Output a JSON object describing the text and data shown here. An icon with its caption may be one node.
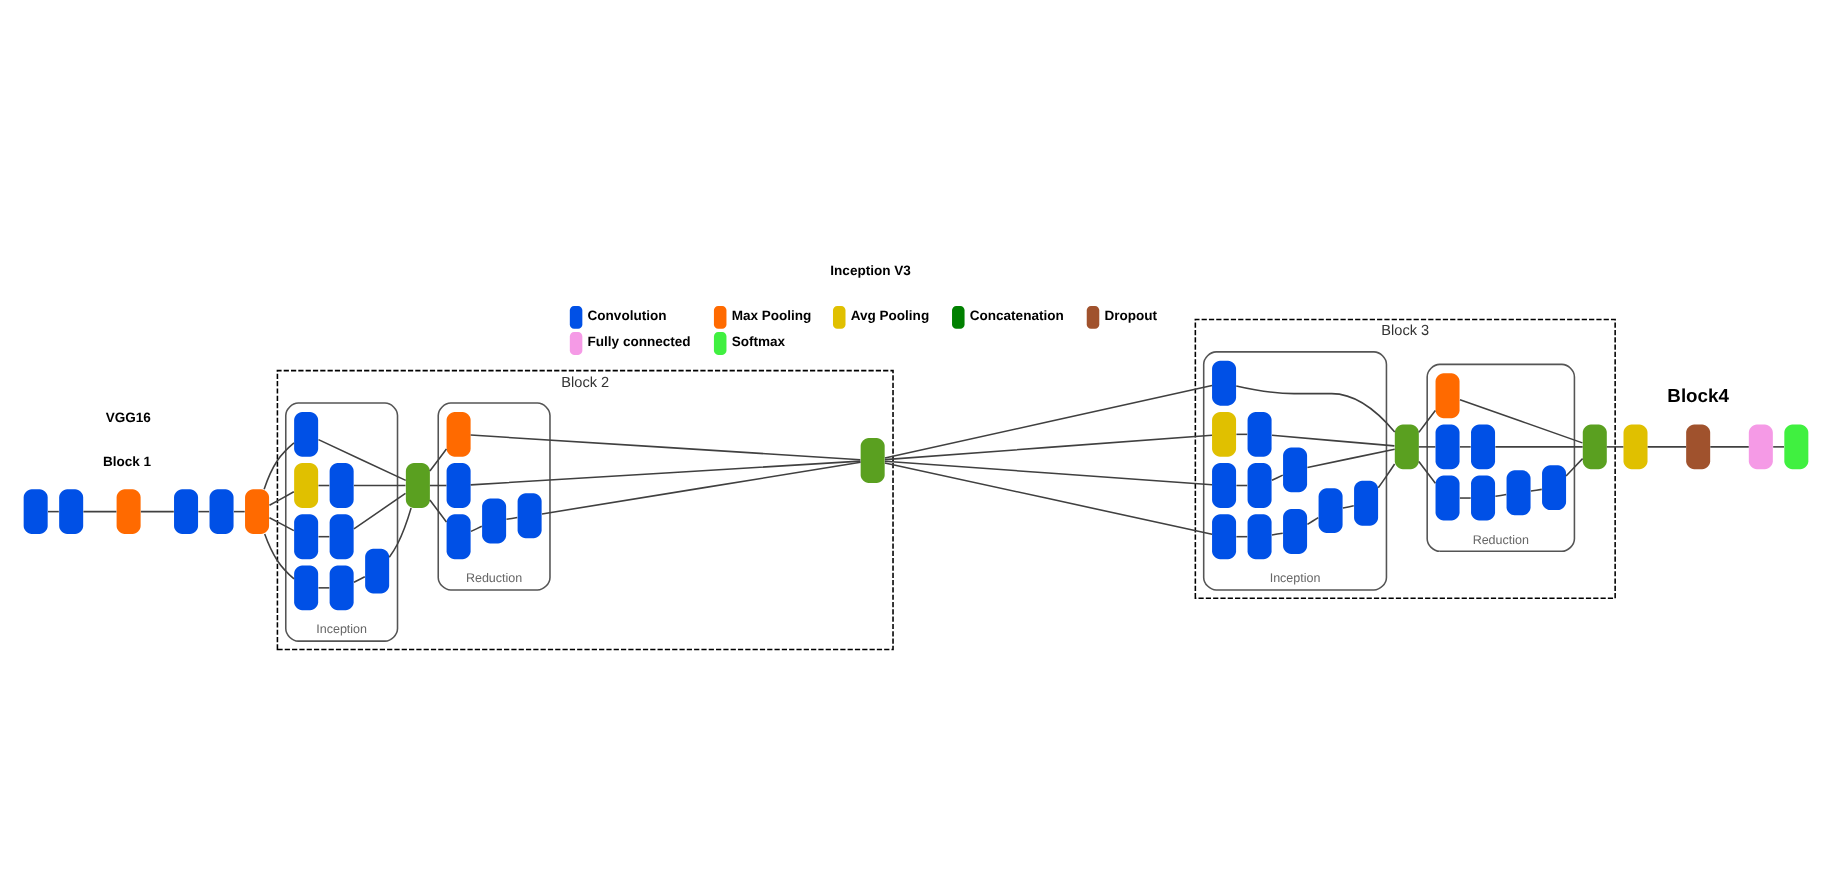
{
  "diagram": {
    "nodes": [
      {
        "text": [],
        "shape": "pill"
      },
      {
        "text": [],
        "shape": "pill"
      },
      {
        "text": [],
        "shape": "pill"
      },
      {
        "text": [],
        "shape": "pill"
      },
      {
        "text": [],
        "shape": "pill"
      },
      {
        "text": [],
        "shape": "pill"
      },
      {
        "text": [
          "Block 2"
        ]
      },
      {
        "text": [
          "Inception"
        ],
        "in": 6
      },
      {
        "text": [],
        "shape": "pill",
        "in": 7
      },
      {
        "text": [],
        "shape": "pill",
        "in": 7
      },
      {
        "text": [],
        "shape": "pill",
        "in": 7
      },
      {
        "text": [],
        "shape": "pill",
        "in": 7
      },
      {
        "text": [],
        "shape": "pill",
        "in": 7
      },
      {
        "text": [],
        "shape": "pill",
        "in": 7
      },
      {
        "text": [],
        "shape": "pill",
        "in": 7
      },
      {
        "text": [],
        "shape": "pill",
        "in": 7
      },
      {
        "text": [],
        "shape": "pill",
        "in": 6
      },
      {
        "text": [
          "Reduction"
        ],
        "in": 6
      },
      {
        "text": [],
        "shape": "pill",
        "in": 17
      },
      {
        "text": [],
        "shape": "pill",
        "in": 17
      },
      {
        "text": [],
        "shape": "pill",
        "in": 17
      },
      {
        "text": [],
        "shape": "pill",
        "in": 17
      },
      {
        "text": [],
        "shape": "pill",
        "in": 17
      },
      {
        "text": [],
        "shape": "pill",
        "in": 6
      },
      {
        "text": [
          "Block 3"
        ]
      },
      {
        "text": [
          "Inception"
        ],
        "in": 24
      },
      {
        "text": [],
        "shape": "pill",
        "in": 25
      },
      {
        "text": [],
        "shape": "pill",
        "in": 25
      },
      {
        "text": [],
        "shape": "pill",
        "in": 25
      },
      {
        "text": [],
        "shape": "pill",
        "in": 25
      },
      {
        "text": [],
        "shape": "pill",
        "in": 25
      },
      {
        "text": [],
        "shape": "pill",
        "in": 25
      },
      {
        "text": [],
        "shape": "pill",
        "in": 25
      },
      {
        "text": [],
        "shape": "pill",
        "in": 25
      },
      {
        "text": [],
        "shape": "pill",
        "in": 25
      },
      {
        "text": [],
        "shape": "pill",
        "in": 25
      },
      {
        "text": [],
        "shape": "pill",
        "in": 25
      },
      {
        "text": [],
        "shape": "pill",
        "in": 24
      },
      {
        "text": [
          "Reduction"
        ],
        "in": 24
      },
      {
        "text": [],
        "shape": "pill",
        "in": 38
      },
      {
        "text": [],
        "shape": "pill",
        "in": 38
      },
      {
        "text": [],
        "shape": "pill",
        "in": 38
      },
      {
        "text": [],
        "shape": "pill",
        "in": 38
      },
      {
        "text": [],
        "shape": "pill",
        "in": 38
      },
      {
        "text": [],
        "shape": "pill",
        "in": 38
      },
      {
        "text": [],
        "shape": "pill",
        "in": 38
      },
      {
        "text": [],
        "shape": "pill",
        "in": 24
      },
      {
        "text": [],
        "shape": "pill"
      },
      {
        "text": [],
        "shape": "pill"
      },
      {
        "text": [],
        "shape": "pill"
      },
      {
        "text": [],
        "shape": "pill"
      }
    ],
    "edges": [
      {
        "from": 0,
        "to": 1,
        "arrow": "none"
      },
      {
        "from": 1,
        "to": 2,
        "arrow": "none"
      },
      {
        "from": 2,
        "to": 3,
        "arrow": "none"
      },
      {
        "from": 3,
        "to": 4,
        "arrow": "none"
      },
      {
        "from": 4,
        "to": 5,
        "arrow": "none"
      },
      {
        "from": 5,
        "to": 8,
        "arrow": "none"
      },
      {
        "from": 5,
        "to": 9,
        "arrow": "none"
      },
      {
        "from": 5,
        "to": 11,
        "arrow": "none"
      },
      {
        "from": 5,
        "to": 14,
        "arrow": "none"
      },
      {
        "from": 9,
        "to": 10,
        "arrow": "none"
      },
      {
        "from": 11,
        "to": 12,
        "arrow": "none"
      },
      {
        "from": 12,
        "to": 13,
        "arrow": "none"
      },
      {
        "from": 14,
        "to": 15,
        "arrow": "none"
      },
      {
        "from": 8,
        "to": 16,
        "arrow": "none"
      },
      {
        "from": 10,
        "to": 16,
        "arrow": "none"
      },
      {
        "from": 13,
        "to": 16,
        "arrow": "none"
      },
      {
        "from": 15,
        "to": 16,
        "arrow": "none"
      },
      {
        "from": 16,
        "to": 18,
        "arrow": "none"
      },
      {
        "from": 16,
        "to": 19,
        "arrow": "none"
      },
      {
        "from": 16,
        "to": 22,
        "arrow": "none"
      },
      {
        "from": 19,
        "to": 20,
        "arrow": "none"
      },
      {
        "from": 20,
        "to": 21,
        "arrow": "none"
      },
      {
        "from": 18,
        "to": 23,
        "arrow": "none"
      },
      {
        "from": 21,
        "to": 23,
        "arrow": "none"
      },
      {
        "from": 22,
        "to": 23,
        "arrow": "none"
      },
      {
        "from": 23,
        "to": 26,
        "arrow": "none"
      },
      {
        "from": 23,
        "to": 27,
        "arrow": "none"
      },
      {
        "from": 23,
        "to": 30,
        "arrow": "none"
      },
      {
        "from": 23,
        "to": 35,
        "arrow": "none"
      },
      {
        "from": 27,
        "to": 28,
        "arrow": "none"
      },
      {
        "from": 28,
        "to": 29,
        "arrow": "none"
      },
      {
        "from": 30,
        "to": 31,
        "arrow": "none"
      },
      {
        "from": 31,
        "to": 32,
        "arrow": "none"
      },
      {
        "from": 32,
        "to": 33,
        "arrow": "none"
      },
      {
        "from": 33,
        "to": 34,
        "arrow": "none"
      },
      {
        "from": 35,
        "to": 36,
        "arrow": "none"
      },
      {
        "from": 26,
        "to": 37,
        "arrow": "none"
      },
      {
        "from": 29,
        "to": 37,
        "arrow": "none"
      },
      {
        "from": 34,
        "to": 37,
        "arrow": "none"
      },
      {
        "from": 36,
        "to": 37,
        "arrow": "none"
      },
      {
        "from": 37,
        "to": 39,
        "arrow": "none"
      },
      {
        "from": 37,
        "to": 41,
        "arrow": "none"
      },
      {
        "from": 37,
        "to": 45,
        "arrow": "none"
      },
      {
        "from": 39,
        "to": 40,
        "arrow": "none"
      },
      {
        "from": 41,
        "to": 42,
        "arrow": "none"
      },
      {
        "from": 42,
        "to": 43,
        "arrow": "none"
      },
      {
        "from": 43,
        "to": 44,
        "arrow": "none"
      },
      {
        "from": 40,
        "to": 46,
        "arrow": "none"
      },
      {
        "from": 44,
        "to": 46,
        "arrow": "none"
      },
      {
        "from": 45,
        "to": 46,
        "arrow": "none"
      },
      {
        "from": 46,
        "to": 47,
        "arrow": "none"
      },
      {
        "from": 47,
        "to": 48,
        "arrow": "none"
      },
      {
        "from": 48,
        "to": 49,
        "arrow": "none"
      },
      {
        "from": 49,
        "to": 50,
        "arrow": "none"
      }
    ],
    "labels": [
      "Block 1",
      "VGG16",
      "Block4",
      "Inception V3"
    ],
    "legend": [
      {
        "text": "Convolution",
        "color": "#0050e6"
      },
      {
        "text": "Max Pooling",
        "color": "#ff6a00"
      },
      {
        "text": "Avg Pooling",
        "color": "#e0c000"
      },
      {
        "text": "Concatenation",
        "color": "#008000"
      },
      {
        "text": "Dropout",
        "color": "#a0522d"
      },
      {
        "text": "Fully connected",
        "color": "#f59ae6"
      },
      {
        "text": "Softmax",
        "color": "#40f040"
      }
    ]
  }
}
